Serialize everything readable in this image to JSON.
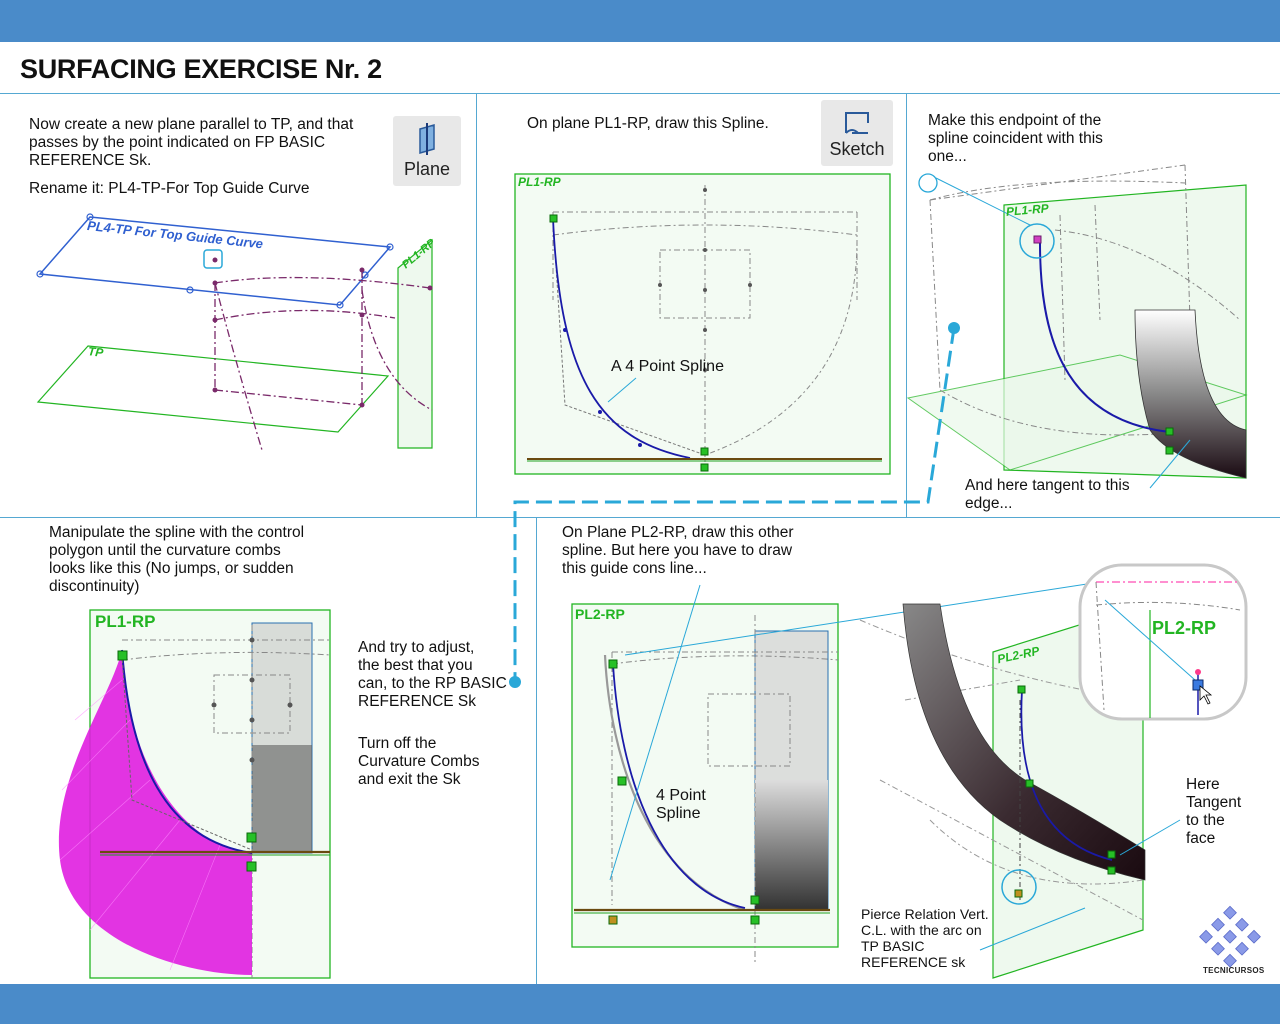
{
  "title": "SURFACING EXERCISE Nr. 2",
  "colors": {
    "band": "#4a8bc9",
    "divider": "#55a8d2",
    "plane_green": "#22b522",
    "spline_blue": "#1a1aa8",
    "comb_magenta": "#e01ee0",
    "construction": "#7a2a6a"
  },
  "panel1": {
    "instruction": "Now create a new plane parallel to TP, and that\npasses  by the point indicated on FP BASIC\nREFERENCE Sk.",
    "rename": "Rename it: PL4-TP-For Top Guide Curve",
    "tool_label": "Plane",
    "tool_icon": "plane-icon",
    "plane_name": "PL4-TP For Top Guide Curve",
    "tp_label": "TP",
    "side_label": "PL1-RP"
  },
  "panel2": {
    "instruction": "On plane PL1-RP, draw this Spline.",
    "tool_label": "Sketch",
    "tool_icon": "sketch-icon",
    "plane_tag": "PL1-RP",
    "callout": "A 4 Point Spline"
  },
  "panel3": {
    "instruction": "Make this endpoint of the\nspline coincident with this\none...",
    "plane_tag": "PL1-RP",
    "callout_bottom": "And here tangent to this\nedge..."
  },
  "panel4": {
    "instruction": "Manipulate the spline with the control\npolygon until the curvature combs\nlooks like this (No jumps, or sudden\ndiscontinuity)",
    "plane_tag": "PL1-RP",
    "side_note_1": "And try to adjust,\nthe best that you\ncan, to the RP BASIC\nREFERENCE Sk",
    "side_note_2": "Turn off the\nCurvature Combs\nand exit the Sk"
  },
  "panel5": {
    "instruction": "On Plane PL2-RP, draw this other\nspline. But here you have to draw\nthis guide cons line...",
    "plane_tag": "PL2-RP",
    "callout": "4 Point\nSpline",
    "plane_tag_right": "PL2-RP",
    "zoom_tag": "PL2-RP",
    "tangent_note": "Here\nTangent\nto the\nface",
    "pierce_note": "Pierce Relation Vert.\nC.L. with the arc on\nTP BASIC\nREFERENCE sk"
  },
  "logo": {
    "text": "TECNICURSOS",
    "icon": "tecnicursos-logo-icon"
  }
}
